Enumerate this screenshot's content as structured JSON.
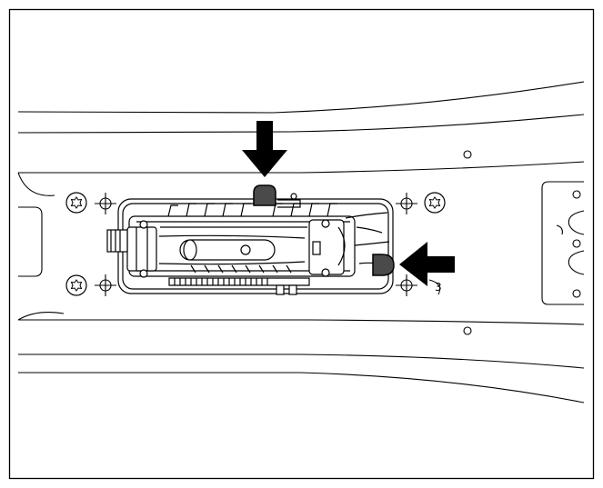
{
  "diagram": {
    "callout_number": "3",
    "colors": {
      "stroke": "#000000",
      "background": "#ffffff",
      "highlight_fill": "#4a4a4a",
      "arrow_fill": "#000000"
    },
    "arrows": [
      {
        "name": "arrow-down-top-clip",
        "direction": "down"
      },
      {
        "name": "arrow-left-side-clip",
        "direction": "left"
      }
    ],
    "icons": [
      "torx-screw-icon",
      "crosshair-mount-icon",
      "rivet-hole-icon"
    ]
  }
}
